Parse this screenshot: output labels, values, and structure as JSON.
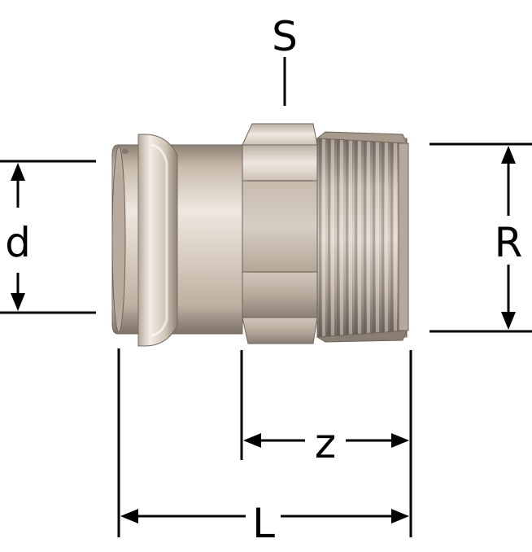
{
  "labels": {
    "s": "S",
    "d": "d",
    "r": "R",
    "z": "z",
    "l": "L"
  },
  "colors": {
    "line": "#000000",
    "metal_light": "#e9e1d8",
    "metal_mid": "#c9bcae",
    "metal_dark": "#8f8276",
    "metal_shadow": "#6f645b"
  }
}
